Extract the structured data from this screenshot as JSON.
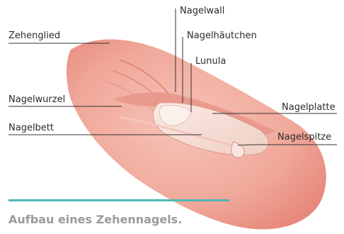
{
  "labels": {
    "zehenglied": "Zehenglied",
    "nagelwall": "Nagelwall",
    "nagelhaeutchen": "Nagelhäutchen",
    "lunula": "Lunula",
    "nagelwurzel": "Nagelwurzel",
    "nagelbett": "Nagelbett",
    "nagelplatte": "Nagelplatte",
    "nagelspitze": "Nagelspitze"
  },
  "caption": "Aufbau eines Zehennagels.",
  "colors": {
    "skin": "#f0a89a",
    "skin_dark": "#e07e73",
    "nail": "#f6ded6",
    "accent": "#4db8b4",
    "caption": "#9a9a9a"
  }
}
